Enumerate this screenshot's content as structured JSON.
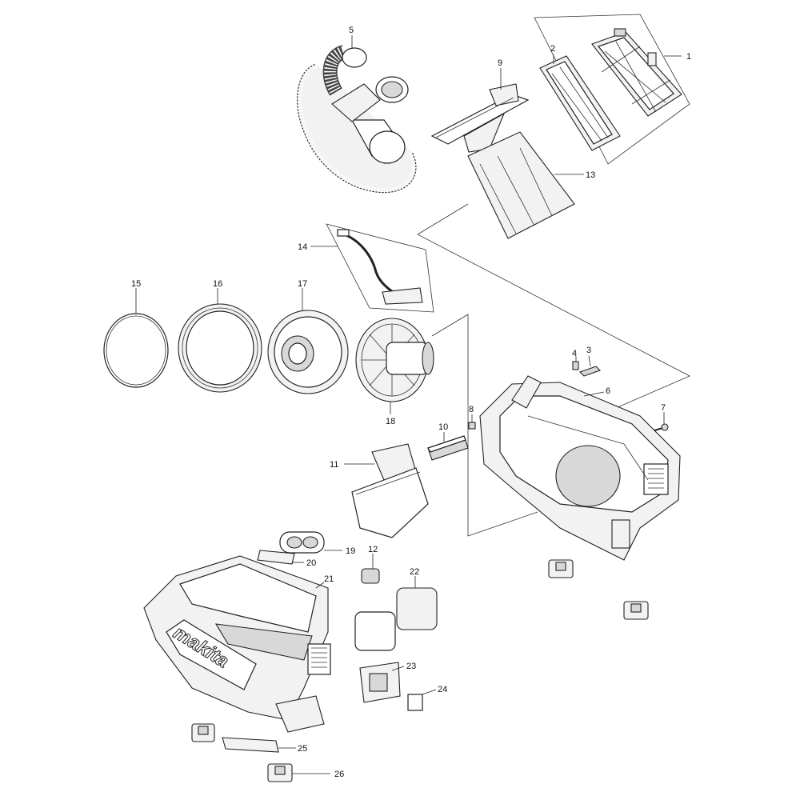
{
  "brand_logo": "makita",
  "callouts": [
    {
      "id": "p1",
      "text": "1"
    },
    {
      "id": "p2",
      "text": "2"
    },
    {
      "id": "p3",
      "text": "3"
    },
    {
      "id": "p4",
      "text": "4"
    },
    {
      "id": "p5",
      "text": "5"
    },
    {
      "id": "p6",
      "text": "6"
    },
    {
      "id": "p7",
      "text": "7"
    },
    {
      "id": "p8",
      "text": "8"
    },
    {
      "id": "p9",
      "text": "9"
    },
    {
      "id": "p10",
      "text": "10"
    },
    {
      "id": "p11",
      "text": "11"
    },
    {
      "id": "p12",
      "text": "12"
    },
    {
      "id": "p13",
      "text": "13"
    },
    {
      "id": "p14",
      "text": "14"
    },
    {
      "id": "p15",
      "text": "15"
    },
    {
      "id": "p16",
      "text": "16"
    },
    {
      "id": "p17",
      "text": "17"
    },
    {
      "id": "p18",
      "text": "18"
    },
    {
      "id": "p19",
      "text": "19"
    },
    {
      "id": "p20",
      "text": "20"
    },
    {
      "id": "p21",
      "text": "21"
    },
    {
      "id": "p22",
      "text": "22"
    },
    {
      "id": "p23",
      "text": "23"
    },
    {
      "id": "p24",
      "text": "24"
    },
    {
      "id": "p25",
      "text": "25"
    },
    {
      "id": "p26",
      "text": "26"
    }
  ]
}
